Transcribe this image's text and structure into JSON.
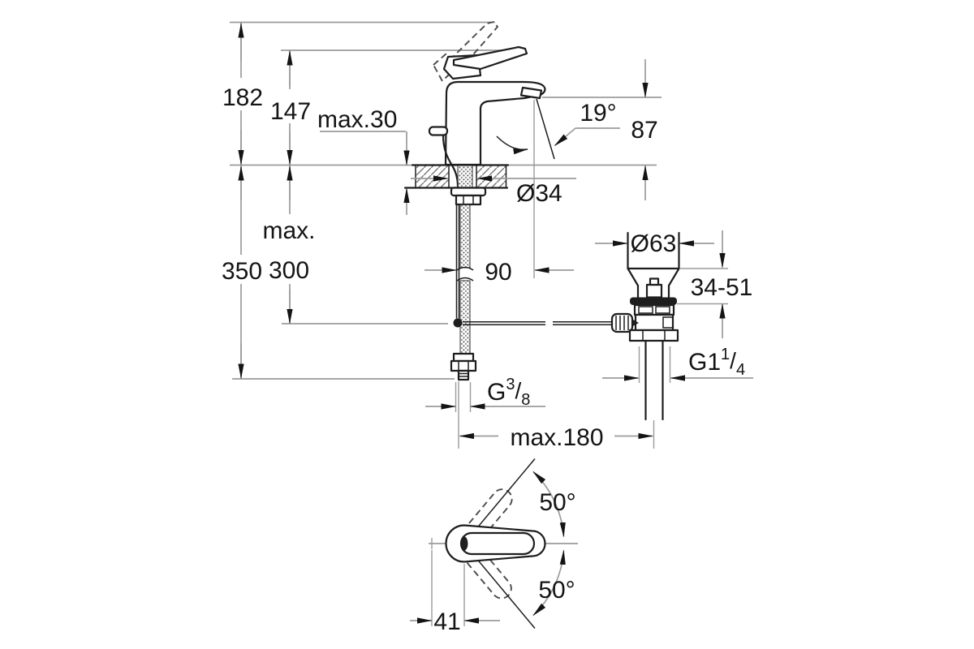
{
  "drawing": {
    "type": "faucet-installation-dimension-diagram",
    "colors": {
      "ink": "#1e1e1e",
      "dim_line": "#9b9b9b",
      "text": "#141414",
      "background": "#ffffff"
    },
    "labels": {
      "height_overall": "182",
      "height_handle": "147",
      "deck_thickness": "max.30",
      "stream_angle": "19°",
      "spout_height": "87",
      "hole_diameter": "Ø34",
      "hose_max_word": "max.",
      "hose_max_value": "300",
      "hose_length": "350",
      "spout_reach": "90",
      "waste_flange_diameter": "Ø63",
      "clamp_range": "34-51",
      "waste_thread_base": "G1",
      "waste_thread_numerator": "1",
      "waste_thread_slash": "/",
      "waste_thread_denominator": "4",
      "supply_thread_base": "G",
      "supply_thread_numerator": "3",
      "supply_thread_slash": "/",
      "supply_thread_denominator": "8",
      "rod_span": "max.180",
      "swing_up": "50°",
      "swing_down": "50°",
      "handle_center_offset": "41"
    }
  }
}
